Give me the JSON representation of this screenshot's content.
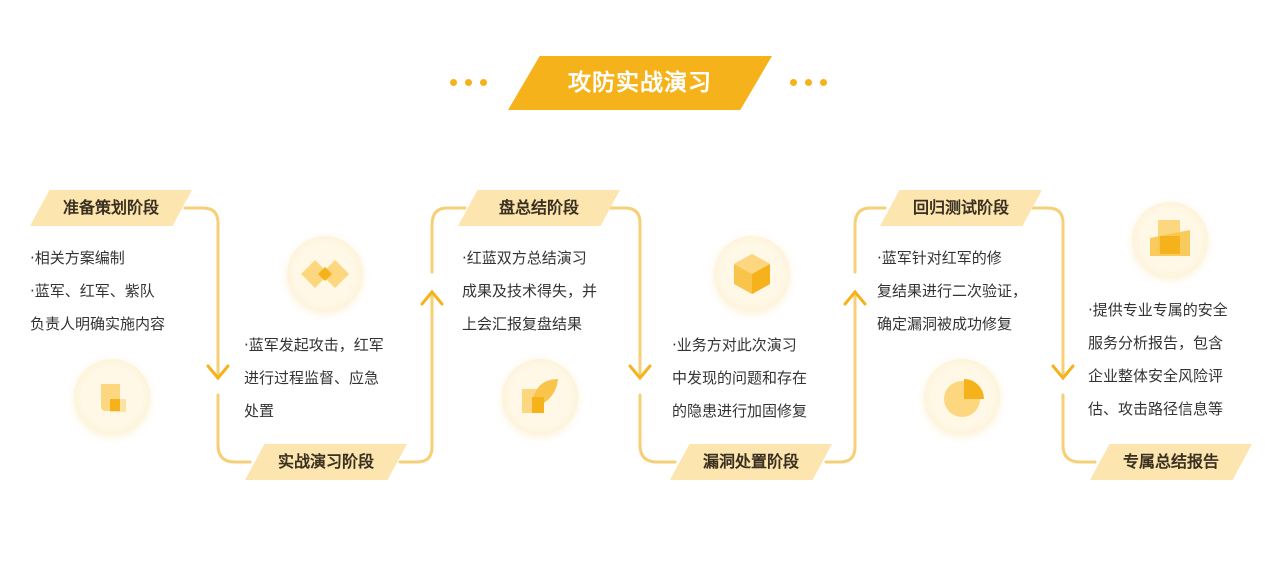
{
  "title": "攻防实战演习",
  "colors": {
    "accent": "#f5b21a",
    "label_bg": "#fde5b0",
    "line": "#f6cf77"
  },
  "stages": [
    {
      "label": "准备策划阶段",
      "icon": "document-icon",
      "lines": [
        "·相关方案编制",
        "·蓝军、红军、紫队",
        "负责人明确实施内容"
      ]
    },
    {
      "label": "实战演习阶段",
      "icon": "diamonds-icon",
      "lines": [
        "·蓝军发起攻击，红军",
        "进行过程监督、应急",
        "处置"
      ]
    },
    {
      "label": "盘总结阶段",
      "icon": "feather-note-icon",
      "lines": [
        "·红蓝双方总结演习",
        "成果及技术得失，并",
        "上会汇报复盘结果"
      ]
    },
    {
      "label": "漏洞处置阶段",
      "icon": "cube-icon",
      "lines": [
        "·业务方对此次演习",
        "中发现的问题和存在",
        "的隐患进行加固修复"
      ]
    },
    {
      "label": "回归测试阶段",
      "icon": "pie-icon",
      "lines": [
        "·蓝军针对红军的修",
        "复结果进行二次验证，",
        "确定漏洞被成功修复"
      ]
    },
    {
      "label": "专属总结报告",
      "icon": "report-blocks-icon",
      "lines": [
        "·提供专业专属的安全",
        "服务分析报告，包含",
        "企业整体安全风险评",
        "估、攻击路径信息等"
      ]
    }
  ]
}
